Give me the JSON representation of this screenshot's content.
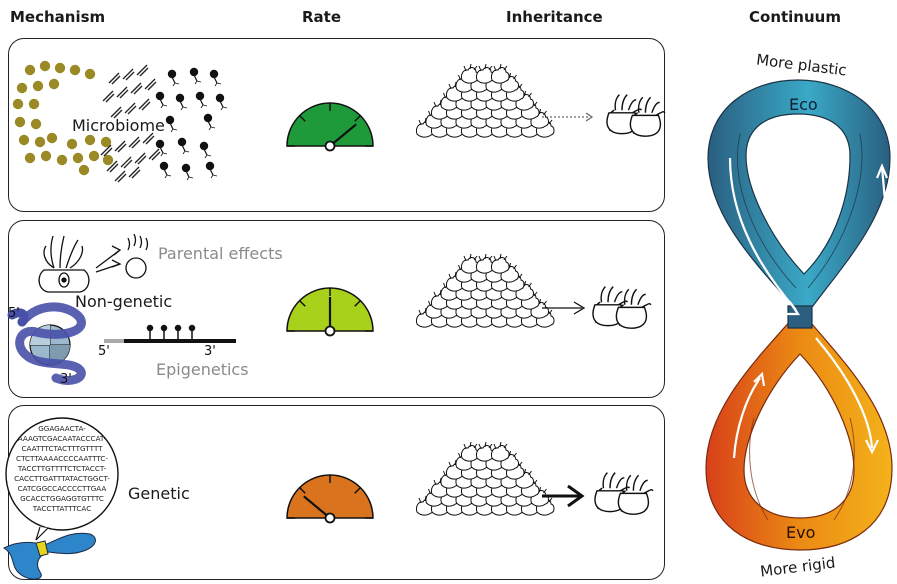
{
  "headers": {
    "mechanism": "Mechanism",
    "rate": "Rate",
    "inheritance": "Inheritance",
    "continuum": "Continuum"
  },
  "rows": [
    {
      "label": "Microbiome",
      "gauge_color": "#1f9a3a",
      "gauge_level": 0.78,
      "arrow_style": "dotted"
    },
    {
      "label": "Non-genetic",
      "gauge_color": "#a8d11c",
      "gauge_level": 0.5,
      "arrow_style": "thin",
      "sub_labels": {
        "parental": "Parental effects",
        "epigenetics": "Epigenetics",
        "five_prime_a": "5'",
        "five_prime_b": "5'",
        "three_prime_a": "3'",
        "three_prime_b": "3'"
      }
    },
    {
      "label": "Genetic",
      "gauge_color": "#d9731e",
      "gauge_level": 0.22,
      "arrow_style": "bold",
      "dna_sequence": [
        "GGAGAACTA-",
        "AAAGTCGACAATACCCAT-",
        "CAATTTCTACTTTGTTTT",
        "CTCTTAAAACCCCAATTTC-",
        "TACCTTGTTTTCTCTACCT-",
        "CACCTTGATTTATACTGGCT-",
        "CATCGGCCACCCCTTGAA",
        "GCACCTGGAGGTGTTTC",
        "TACCTTATTTCAC"
      ]
    }
  ],
  "continuum": {
    "top_text": "More plastic",
    "bottom_text": "More rigid",
    "eco_label": "Eco",
    "evo_label": "Evo",
    "colors": {
      "eco_dark": "#2a5f80",
      "eco_light": "#3aa9c7",
      "evo_red": "#d8401a",
      "evo_orange": "#eb8a14",
      "evo_yellow": "#f4b21a"
    }
  }
}
